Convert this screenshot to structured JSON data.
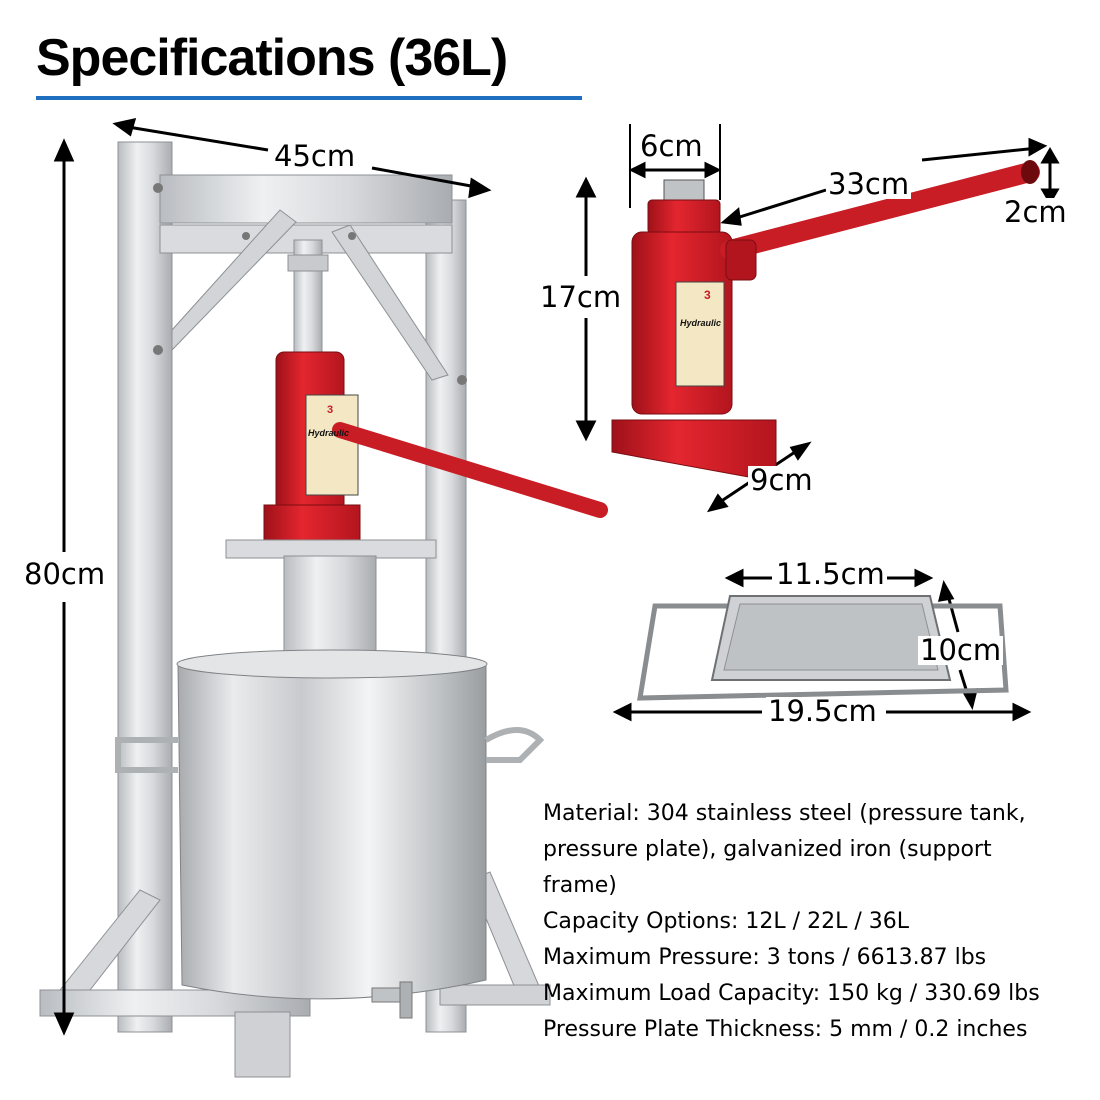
{
  "title": "Specifications (36L)",
  "colors": {
    "accent_rule": "#1f6fc0",
    "jack_red": "#d4202a",
    "steel": "#d8dadd"
  },
  "dimensions": {
    "frame_width": "45cm",
    "frame_height": "80cm",
    "jack_top_width": "6cm",
    "jack_height": "17cm",
    "jack_base": "9cm",
    "handle_length": "33cm",
    "handle_diameter": "2cm",
    "plate_inner_width": "11.5cm",
    "plate_depth": "10cm",
    "plate_total_width": "19.5cm"
  },
  "jack_label": {
    "tons": "3",
    "brand": "Hydraulic"
  },
  "specs": {
    "material_line1": "Material: 304 stainless steel (pressure tank,",
    "material_line2": "pressure plate), galvanized iron (support",
    "material_line3": "frame)",
    "capacity": "Capacity Options: 12L / 22L / 36L",
    "pressure": "Maximum Pressure: 3 tons / 6613.87 lbs",
    "load": "Maximum Load Capacity: 150 kg / 330.69 lbs",
    "thickness": "Pressure Plate Thickness: 5 mm / 0.2 inches"
  }
}
